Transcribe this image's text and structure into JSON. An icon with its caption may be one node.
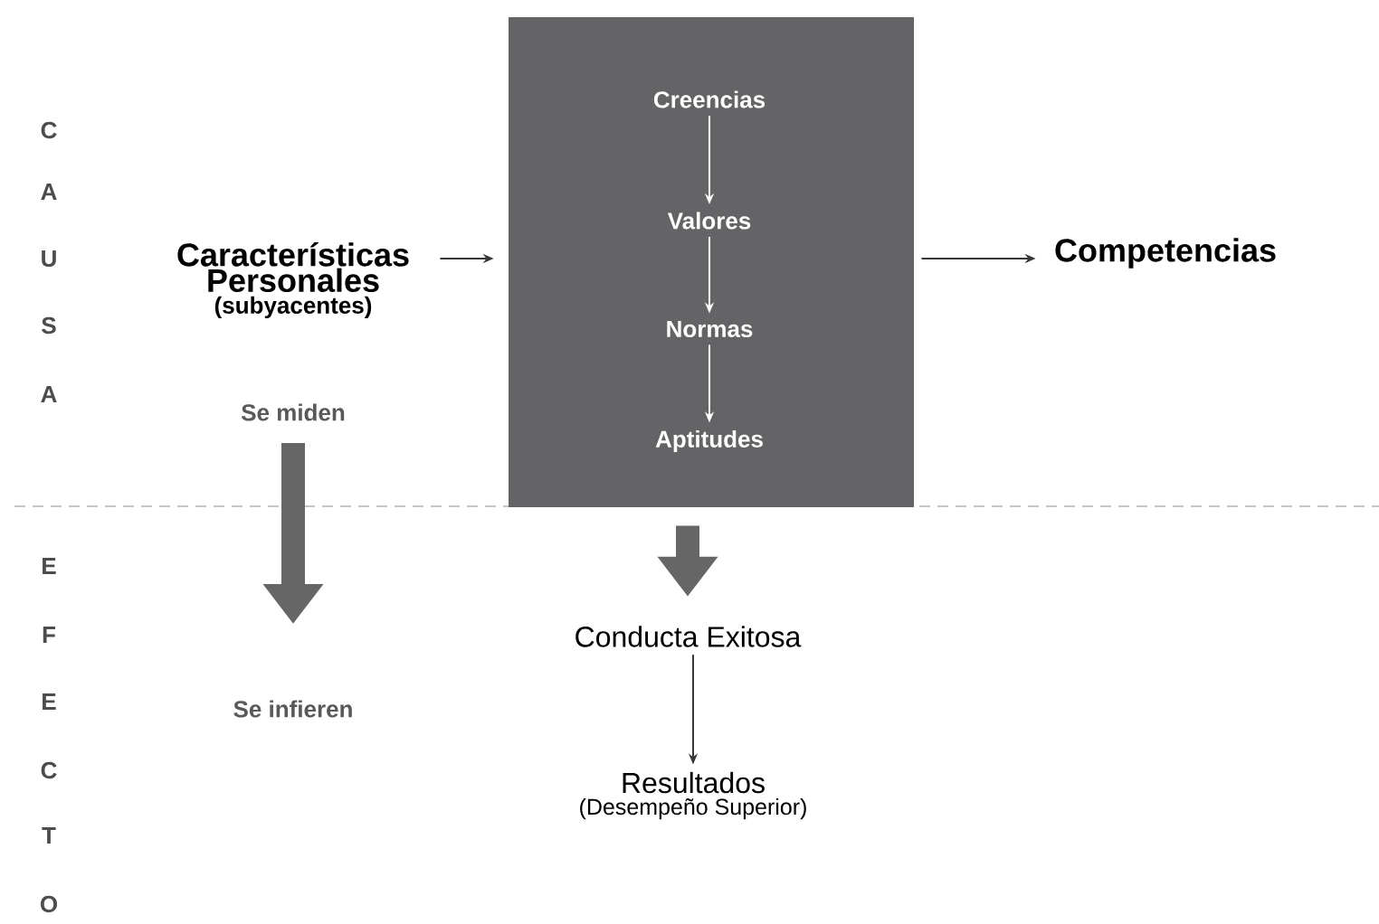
{
  "diagram": {
    "nodes": [
      {
        "text": [
          "Características Personales",
          "(subyacentes)"
        ]
      },
      {
        "text": [],
        "shape": "box"
      },
      {
        "text": [
          "Creencias"
        ],
        "in": 1
      },
      {
        "text": [
          "Valores"
        ],
        "in": 1
      },
      {
        "text": [
          "Normas"
        ],
        "in": 1
      },
      {
        "text": [
          "Aptitudes"
        ],
        "in": 1
      },
      {
        "text": [
          "Competencias"
        ]
      },
      {
        "text": [
          "Se miden"
        ]
      },
      {
        "text": [
          "Se infieren"
        ]
      },
      {
        "text": [
          "Conducta Exitosa"
        ]
      },
      {
        "text": [
          "Resultados",
          "(Desempeño Superior)"
        ]
      }
    ],
    "edges": [
      {
        "from": 0,
        "to": 1,
        "arrow": "to"
      },
      {
        "from": 1,
        "to": 6,
        "arrow": "to"
      },
      {
        "from": 2,
        "to": 3,
        "arrow": "to",
        "color": "#ffffff"
      },
      {
        "from": 3,
        "to": 4,
        "arrow": "to",
        "color": "#ffffff"
      },
      {
        "from": 4,
        "to": 5,
        "arrow": "to",
        "color": "#ffffff"
      },
      {
        "from": 7,
        "to": 8,
        "arrow": "to",
        "style": "thick",
        "color": "#666666"
      },
      {
        "from": 1,
        "to": 9,
        "arrow": "to",
        "style": "thick",
        "color": "#666666"
      },
      {
        "from": 9,
        "to": 10,
        "arrow": "to"
      }
    ],
    "labels": [
      "C",
      "A",
      "U",
      "S",
      "A",
      "E",
      "F",
      "E",
      "C",
      "T",
      "O"
    ]
  }
}
